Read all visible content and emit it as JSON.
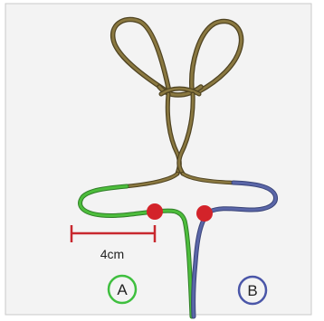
{
  "measure": {
    "label": "4cm",
    "color": "#c8282e"
  },
  "markers": {
    "left": "A",
    "right": "B"
  },
  "colors": {
    "wire_gold": "#7a6a35",
    "wire_gold_dark": "#4e4220",
    "wire_green": "#4dbd3c",
    "wire_blue": "#5a66a8",
    "dot_red": "#d3232a",
    "circle_a": "#3fbf3f",
    "circle_b": "#4a56a8",
    "background": "#f3f3f3"
  }
}
